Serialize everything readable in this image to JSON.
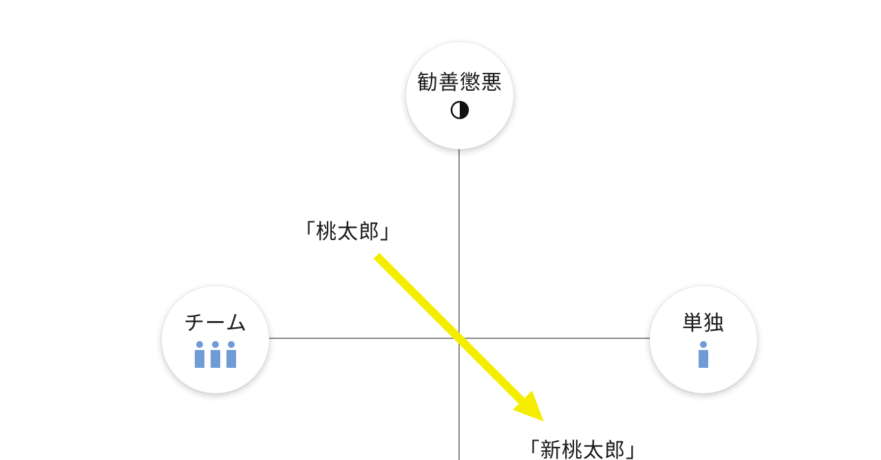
{
  "diagram": {
    "axes": {
      "top": {
        "label": "勧善懲悪",
        "icon": "half-filled-circle-icon"
      },
      "left": {
        "label": "チーム",
        "icon": "three-people-icon",
        "icon_color": "#6f9bd6"
      },
      "right": {
        "label": "単独",
        "icon": "single-person-icon",
        "icon_color": "#6f9bd6"
      }
    },
    "points": {
      "original": "「桃太郎」",
      "new": "「新桃太郎」"
    },
    "arrow": {
      "from": "original",
      "to": "new",
      "color": "#f5ed00"
    },
    "axis_line_color": "#8a8a8a"
  }
}
